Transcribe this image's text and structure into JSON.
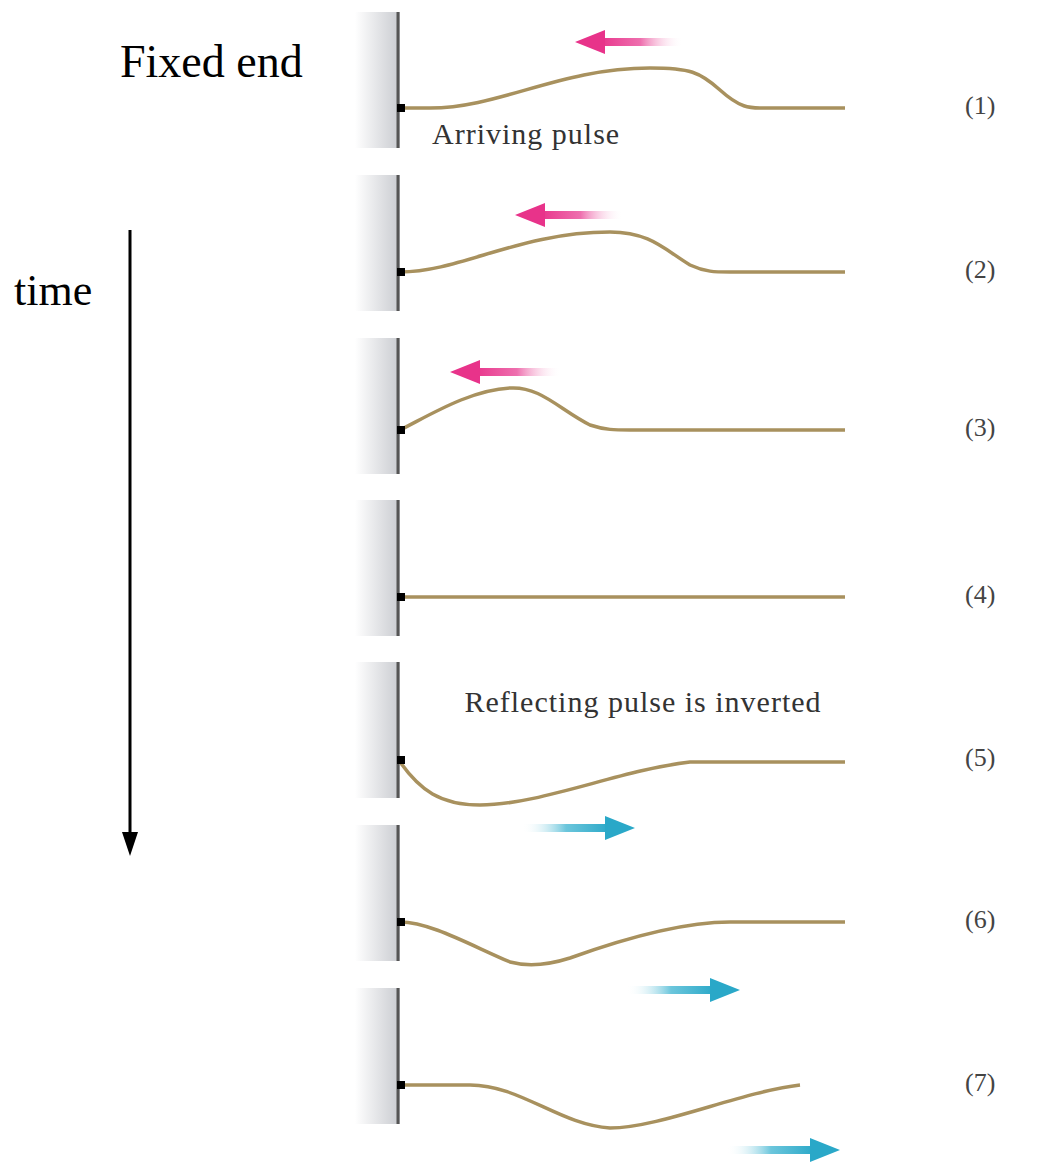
{
  "diagram": {
    "labels": [
      "Fixed end",
      "time",
      "Arriving pulse",
      "(1)",
      "(2)",
      "(3)",
      "(4)",
      "Reflecting pulse is inverted",
      "(5)",
      "(6)",
      "(7)"
    ]
  }
}
